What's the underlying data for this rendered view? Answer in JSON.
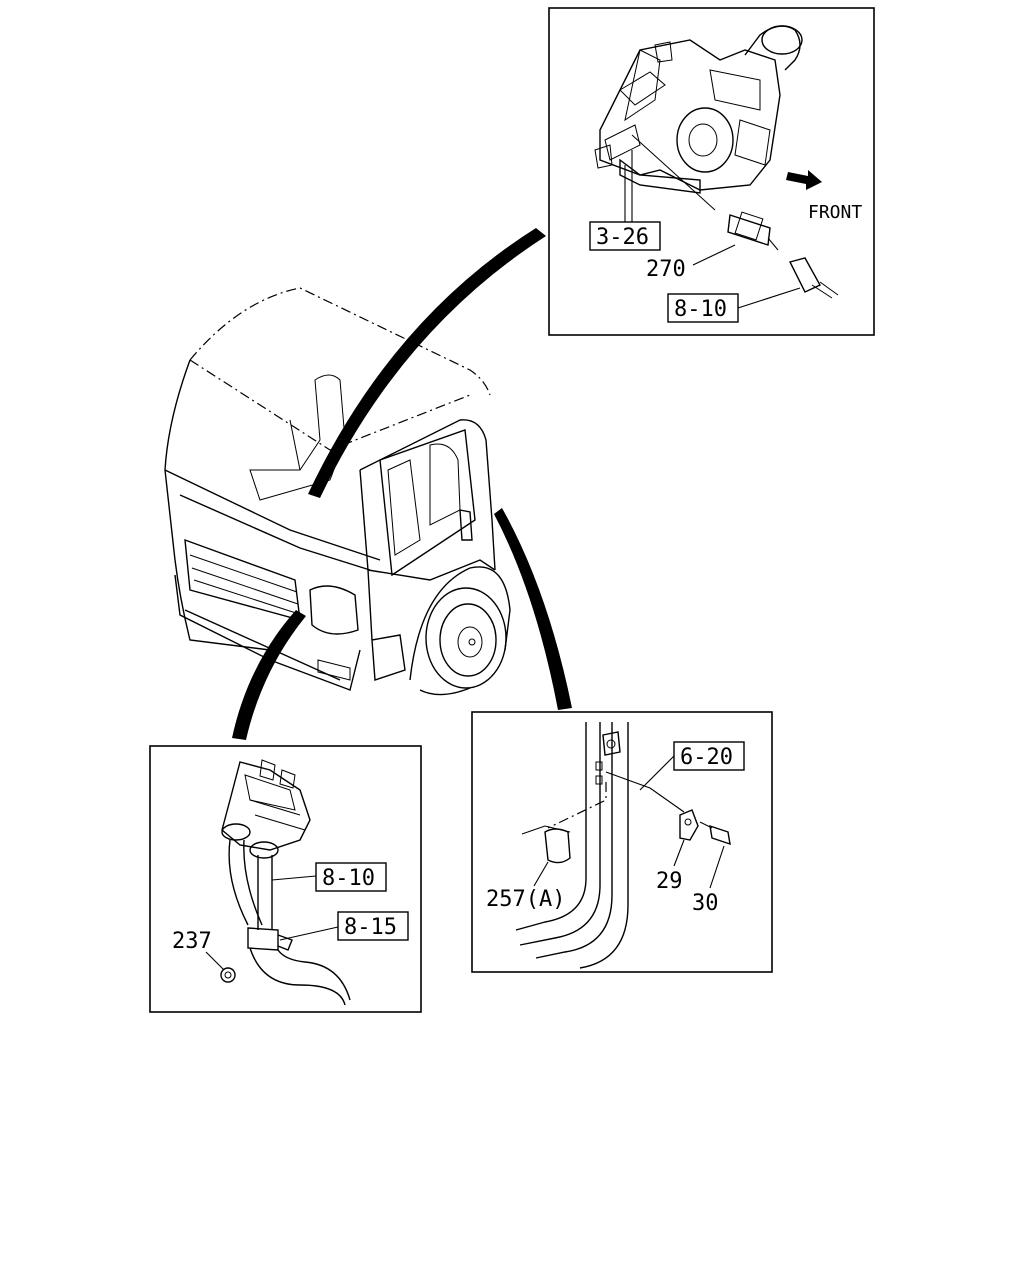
{
  "labels": {
    "front": "FRONT",
    "ref_3_26": "3-26",
    "part_270": "270",
    "ref_8_10_top": "8-10",
    "ref_8_10_left": "8-10",
    "ref_8_15": "8-15",
    "part_237": "237",
    "ref_6_20": "6-20",
    "part_257a": "257(A)",
    "part_29": "29",
    "part_30": "30"
  }
}
